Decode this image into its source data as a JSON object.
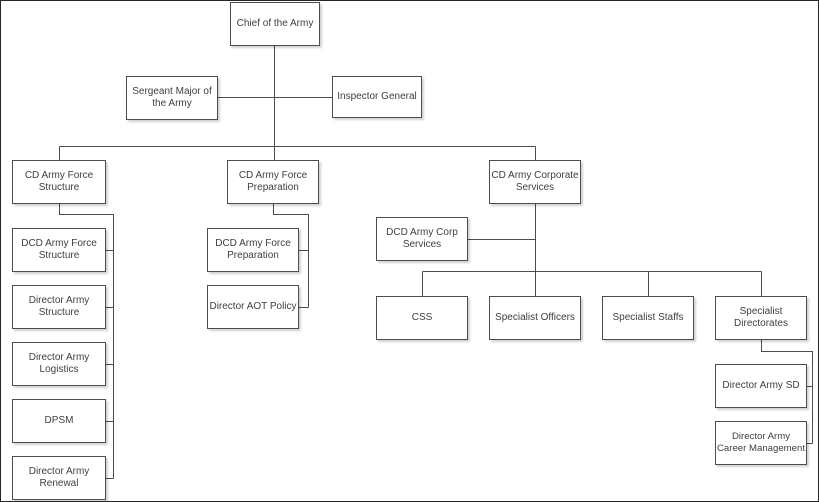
{
  "diagram": {
    "type": "org-chart",
    "nodes": {
      "chief": {
        "label": "Chief of the Army"
      },
      "sergeant_major": {
        "label": "Sergeant Major of the Army"
      },
      "inspector_general": {
        "label": "Inspector General"
      },
      "cd_army_force_structure": {
        "label": "CD Army Force Structure"
      },
      "cd_army_force_preparation": {
        "label": "CD Army Force Preparation"
      },
      "cd_army_corporate_services": {
        "label": "CD Army Corporate Services"
      },
      "dcd_army_force_structure": {
        "label": "DCD Army Force Structure"
      },
      "director_army_structure": {
        "label": "Director Army Structure"
      },
      "director_army_logistics": {
        "label": "Director Army Logistics"
      },
      "dpsm": {
        "label": "DPSM"
      },
      "director_army_renewal": {
        "label": "Director Army Renewal"
      },
      "dcd_army_force_preparation": {
        "label": "DCD Army Force Preparation"
      },
      "director_aot_policy": {
        "label": "Director AOT Policy"
      },
      "dcd_army_corp_services": {
        "label": "DCD Army Corp Services"
      },
      "css": {
        "label": "CSS"
      },
      "specialist_officers": {
        "label": "Specialist Officers"
      },
      "specialist_staffs": {
        "label": "Specialist Staffs"
      },
      "specialist_directorates": {
        "label": "Specialist Directorates"
      },
      "director_army_sd": {
        "label": "Director Army SD"
      },
      "director_army_career_management": {
        "label": "Director Army Career Management"
      }
    },
    "colors": {
      "background": "#ffffff",
      "box_fill": "#ffffff",
      "box_border": "#4d4d4d",
      "connector": "#4d4d4d",
      "text": "#404040",
      "frame": "#262626"
    }
  }
}
